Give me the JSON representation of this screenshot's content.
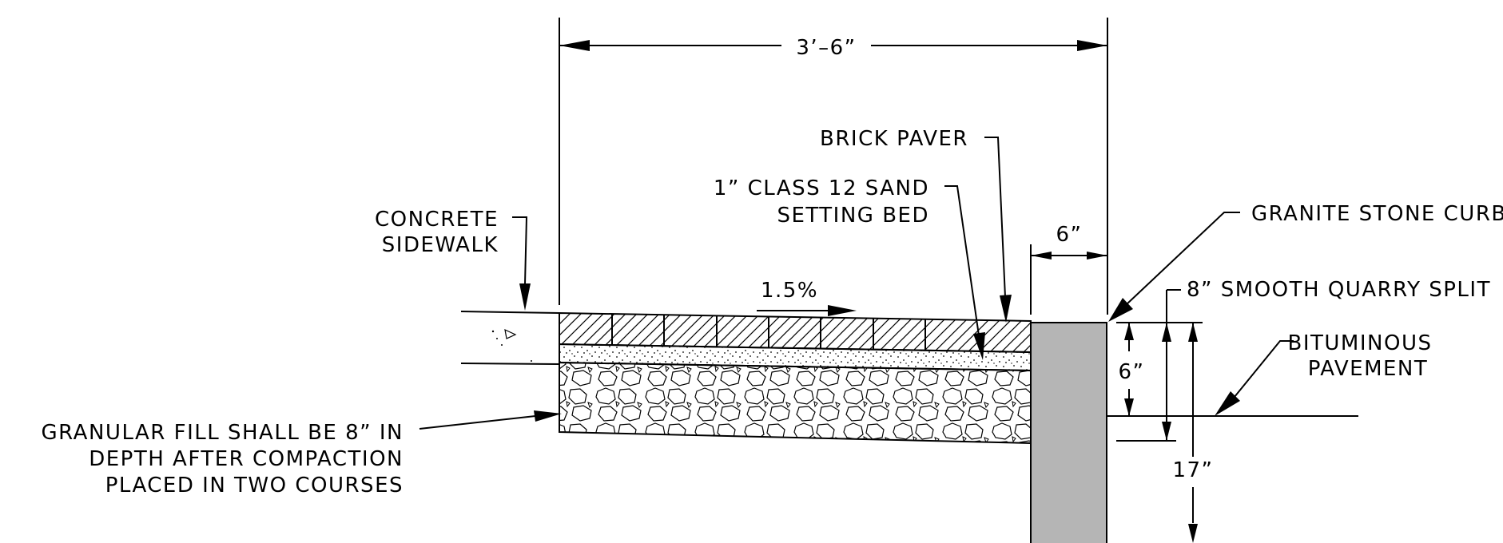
{
  "labels": {
    "overall_width": "3’–6”",
    "brick_paver": "BRICK PAVER",
    "sand_line1": "1” CLASS 12 SAND",
    "sand_line2": "SETTING BED",
    "concrete_line1": "CONCRETE",
    "concrete_line2": "SIDEWALK",
    "slope": "1.5%",
    "curb_width": "6”",
    "granite_curb": "GRANITE STONE CURB",
    "quarry_split": "8” SMOOTH QUARRY SPLIT",
    "bituminous_line1": "BITUMINOUS",
    "bituminous_line2": "PAVEMENT",
    "reveal": "6”",
    "curb_depth": "17”",
    "granular_line1": "GRANULAR FILL SHALL BE 8” IN",
    "granular_line2": "DEPTH AFTER COMPACTION",
    "granular_line3": "PLACED IN TWO COURSES"
  }
}
